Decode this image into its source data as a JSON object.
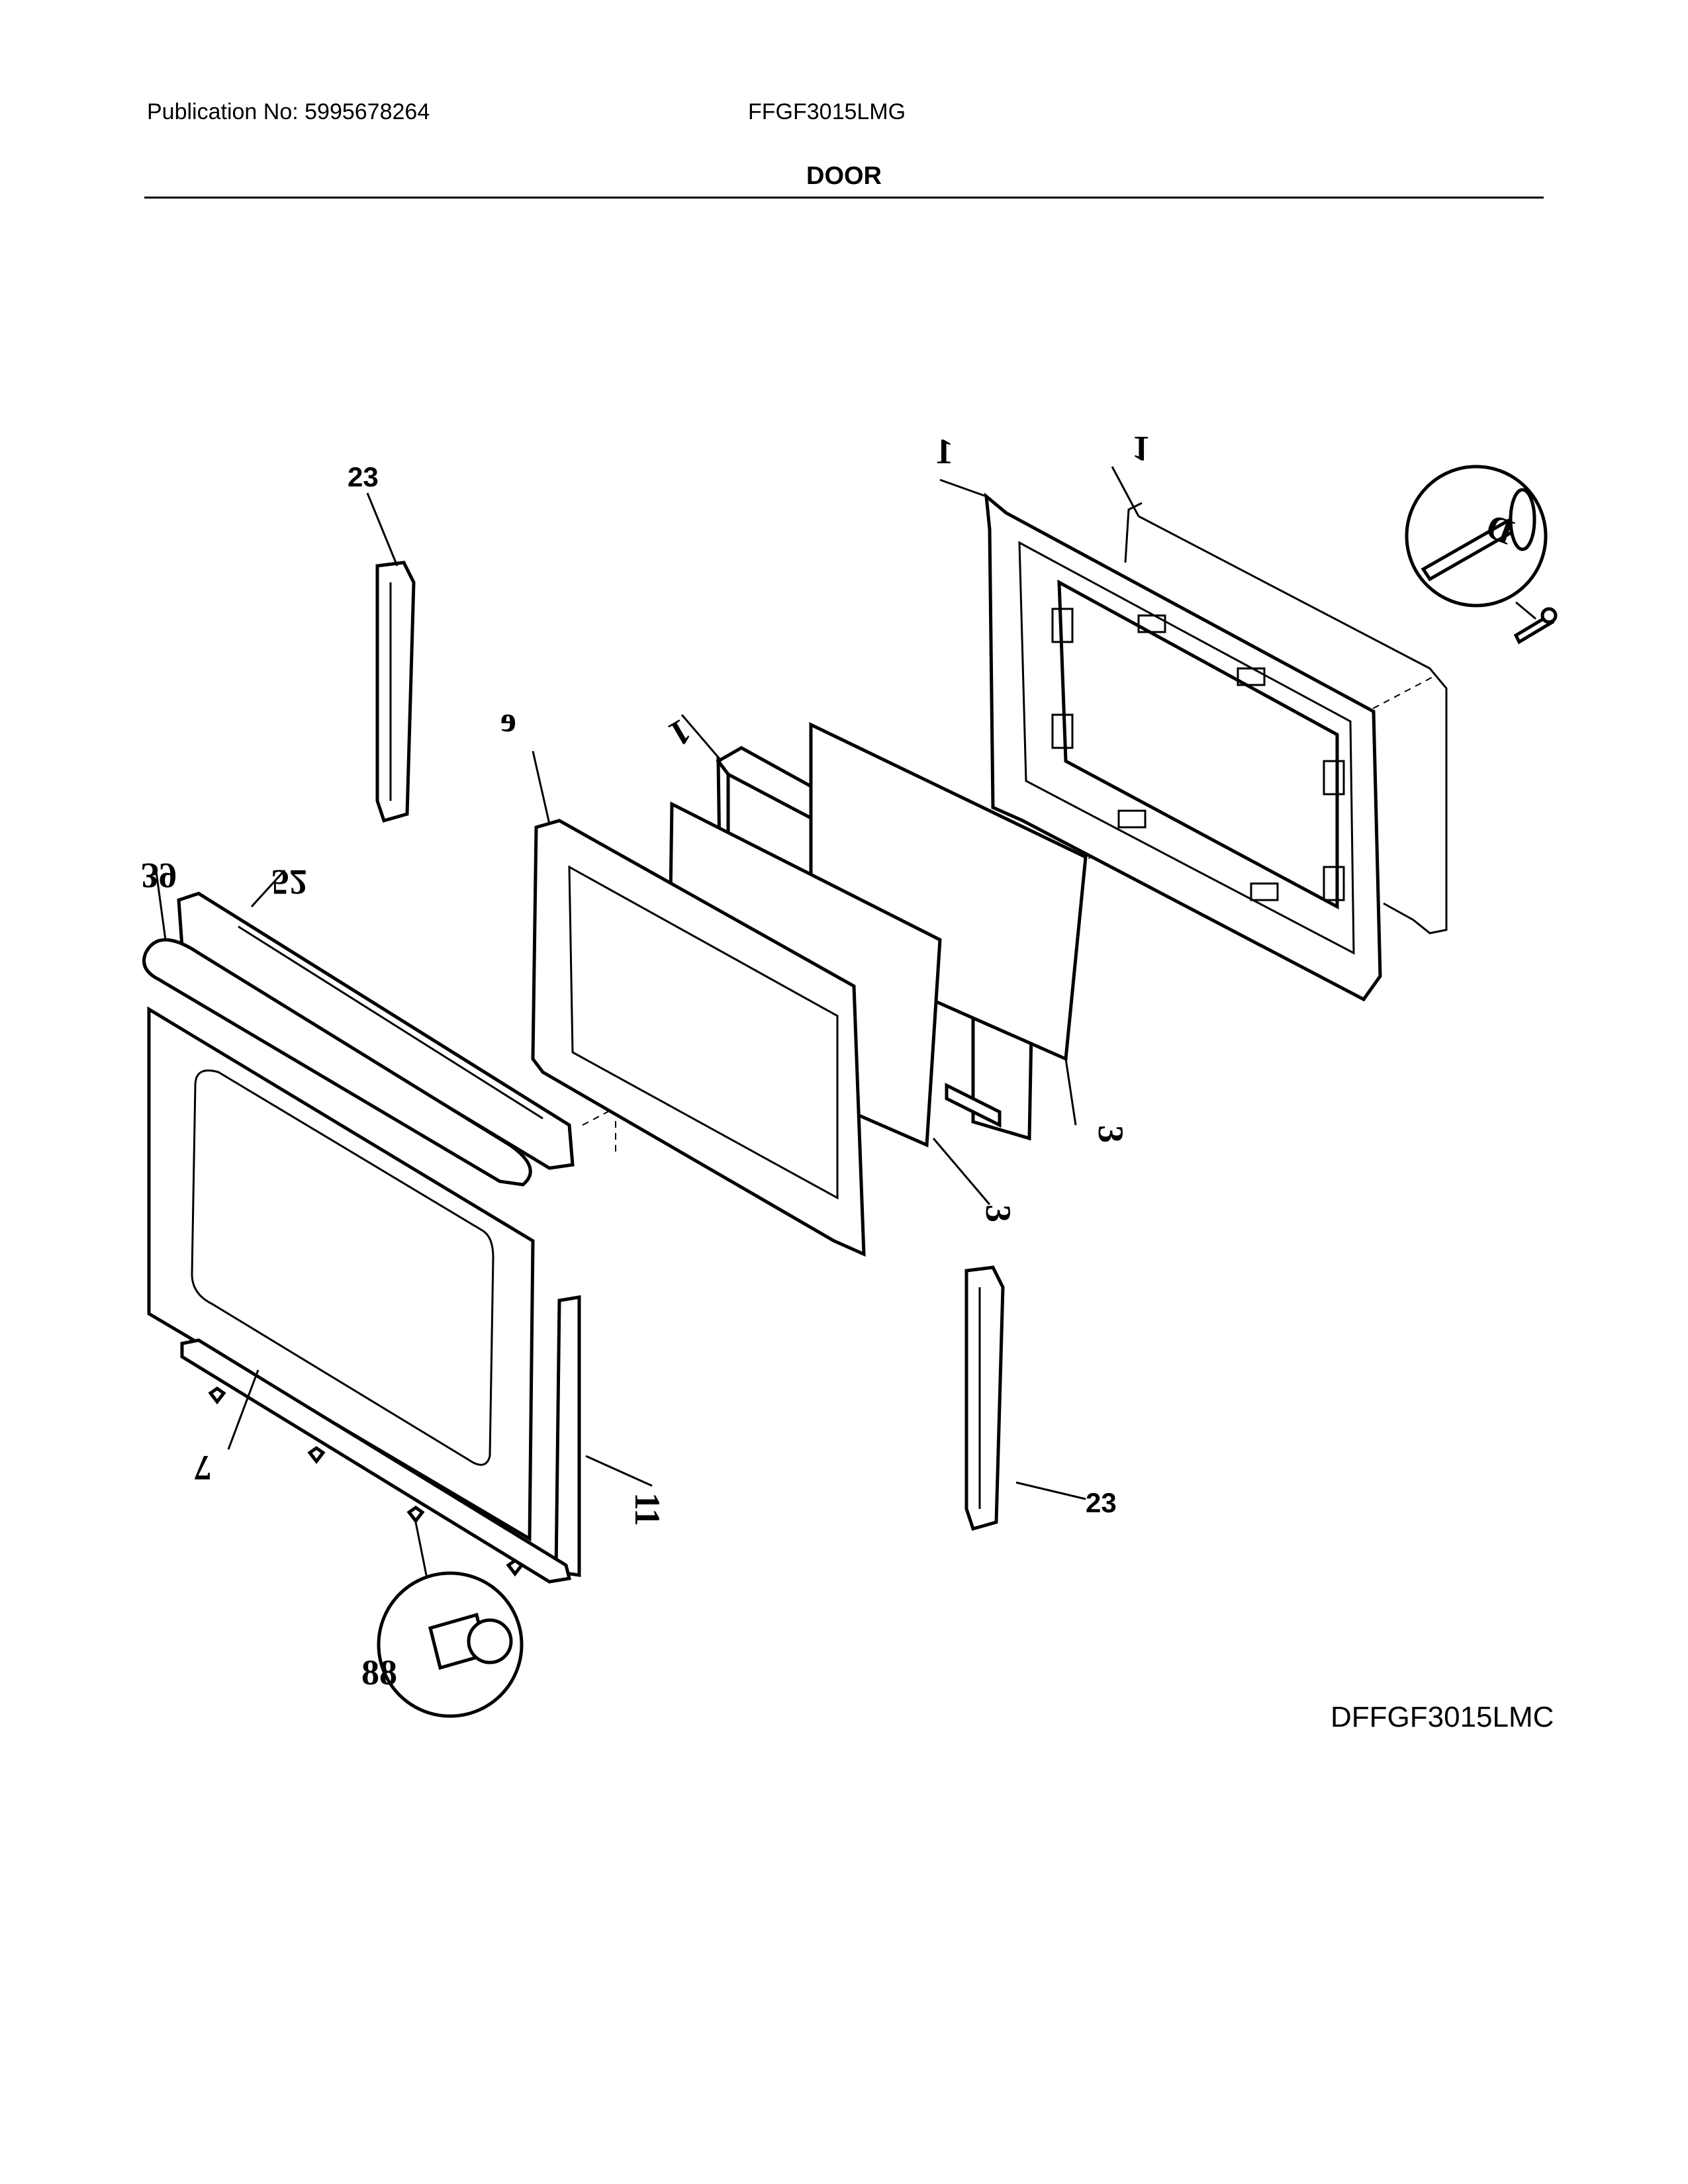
{
  "header": {
    "publication": "Publication No: 5995678264",
    "model": "FFGF3015LMG",
    "section_title": "DOOR"
  },
  "diagram": {
    "code": "DFFGF3015LMC",
    "callouts": {
      "hinge_top": "23",
      "hinge_bottom": "23"
    }
  }
}
